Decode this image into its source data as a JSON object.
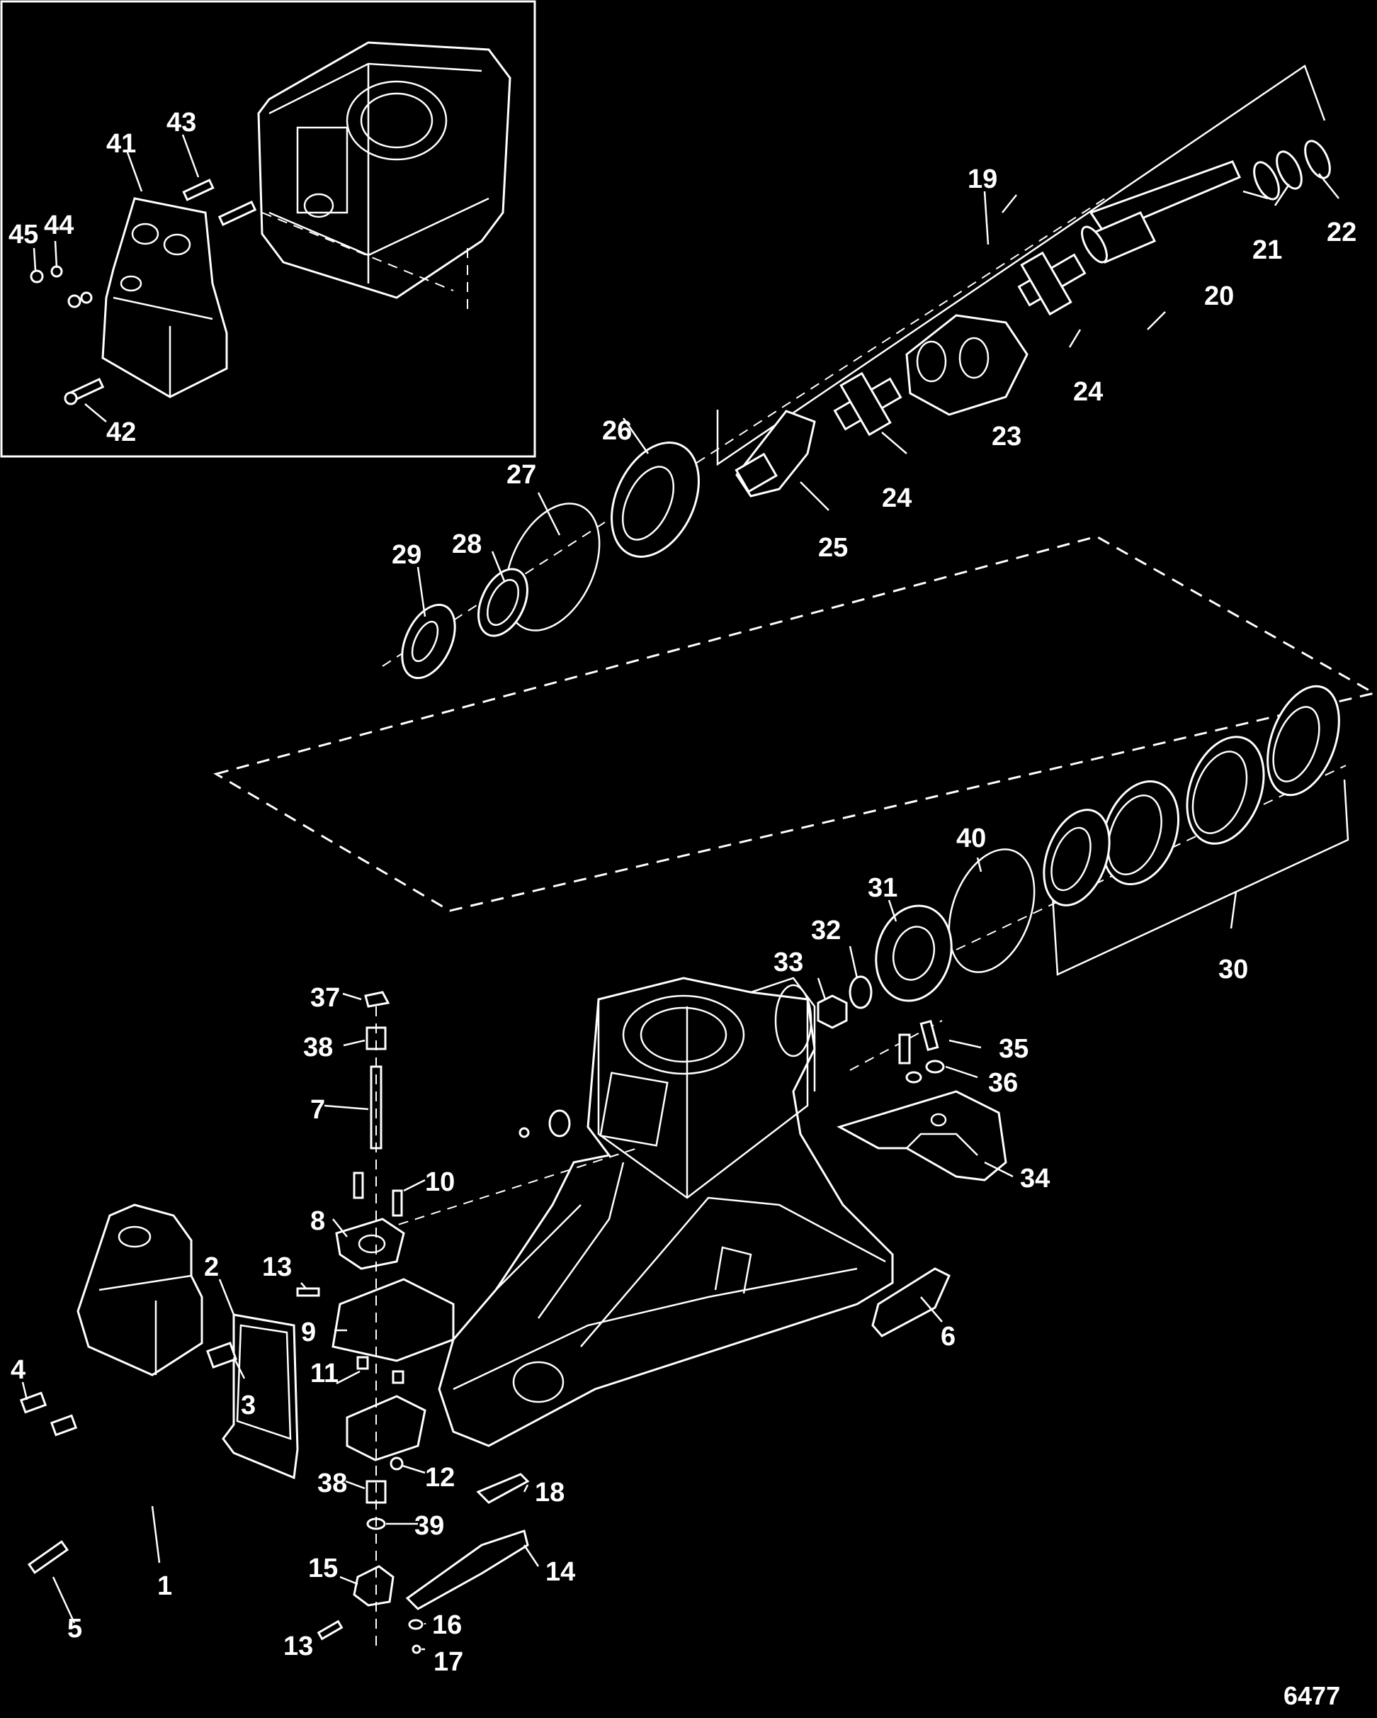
{
  "figure_number": "6477",
  "colors": {
    "background": "#000000",
    "line": "#ffffff"
  },
  "callouts": {
    "c1": "1",
    "c2": "2",
    "c3": "3",
    "c4": "4",
    "c5": "5",
    "c6": "6",
    "c7": "7",
    "c8": "8",
    "c9": "9",
    "c10": "10",
    "c11": "11",
    "c12": "12",
    "c13a": "13",
    "c13b": "13",
    "c14": "14",
    "c15": "15",
    "c16": "16",
    "c17": "17",
    "c18": "18",
    "c19": "19",
    "c20": "20",
    "c21": "21",
    "c22": "22",
    "c23": "23",
    "c24a": "24",
    "c24b": "24",
    "c25": "25",
    "c26": "26",
    "c27": "27",
    "c28": "28",
    "c29": "29",
    "c30": "30",
    "c31": "31",
    "c32": "32",
    "c33": "33",
    "c34": "34",
    "c35": "35",
    "c36": "36",
    "c37": "37",
    "c38a": "38",
    "c38b": "38",
    "c39": "39",
    "c40": "40",
    "c41": "41",
    "c42": "42",
    "c43": "43",
    "c44": "44",
    "c45": "45"
  }
}
